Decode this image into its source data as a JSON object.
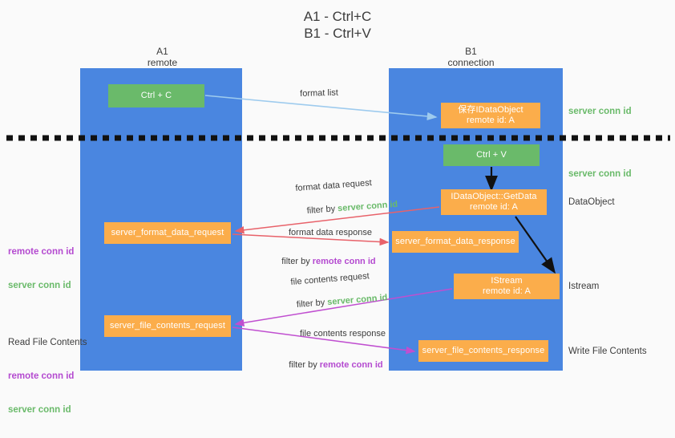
{
  "title": "A1 - Ctrl+C\nB1 - Ctrl+V",
  "columns": {
    "a": {
      "name": "A1",
      "role": "remote",
      "header": "A1\nremote"
    },
    "b": {
      "name": "B1",
      "role": "connection",
      "header": "B1\nconnection"
    }
  },
  "boxes": {
    "ctrl_c": "Ctrl + C",
    "idataobject": "保存IDataObject\nremote id: A",
    "ctrl_v": "Ctrl + V",
    "getdata": "IDataObject::GetData\nremote id: A",
    "server_format_data_request": "server_format_data_request",
    "server_format_data_response": "server_format_data_response",
    "istream": "IStream\nremote id: A",
    "server_file_contents_request": "server_file_contents_request",
    "server_file_contents_response": "server_file_contents_response"
  },
  "right_notes": {
    "n1": "server conn id",
    "n2": "server conn id",
    "n3": "DataObject",
    "n4": "Istream",
    "n5": "Write File Contents"
  },
  "left_notes": {
    "n1_remote": "remote conn id",
    "n1_server": "server conn id",
    "n2_title": "Read File Contents",
    "n2_remote": "remote conn id",
    "n2_server": "server conn id"
  },
  "arrow_labels": {
    "format_list": "format list",
    "format_data_request": "format data request",
    "format_data_request_filter_prefix": "filter by ",
    "format_data_request_filter_value": "server conn id",
    "format_data_response": "format data response",
    "format_data_response_filter_prefix": "filter by ",
    "format_data_response_filter_value": "remote conn id",
    "file_contents_request": "file contents request",
    "file_contents_request_filter_prefix": "filter by ",
    "file_contents_request_filter_value": "server conn id",
    "file_contents_response": "file contents response",
    "file_contents_response_filter_prefix": "filter by ",
    "file_contents_response_filter_value": "remote conn id"
  },
  "colors": {
    "lifeline_blue": "#4a86e0",
    "green_box": "#6aba6a",
    "orange_box": "#fbad4b",
    "server_conn_green": "#6aba6a",
    "remote_conn_magenta": "#b44ad0",
    "arrow_lightblue": "#9ecbee",
    "arrow_red": "#e8626a",
    "arrow_magenta": "#c04fd0",
    "arrow_black": "#000000",
    "background": "#fafafa"
  }
}
